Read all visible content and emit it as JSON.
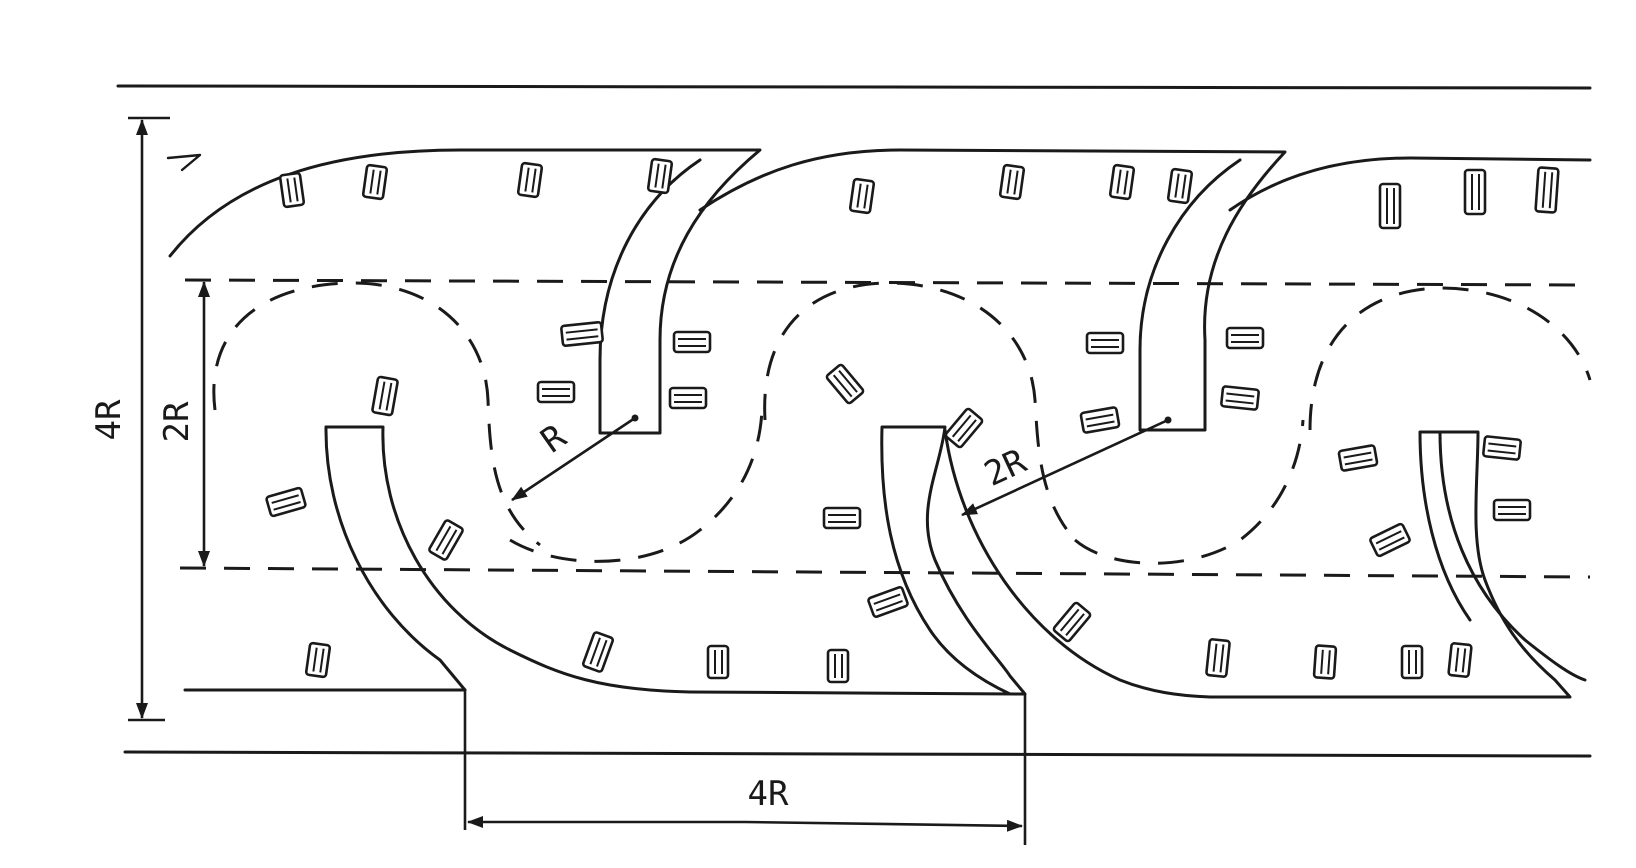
{
  "diagram": {
    "labels": {
      "total_height": "4R",
      "inner_height": "2R",
      "pitch": "4R",
      "small_radius": "R",
      "large_radius": "2R"
    },
    "icons": {
      "dimension_arrow": "arrowhead",
      "tile_marks": "rectangular-block-marks"
    }
  }
}
